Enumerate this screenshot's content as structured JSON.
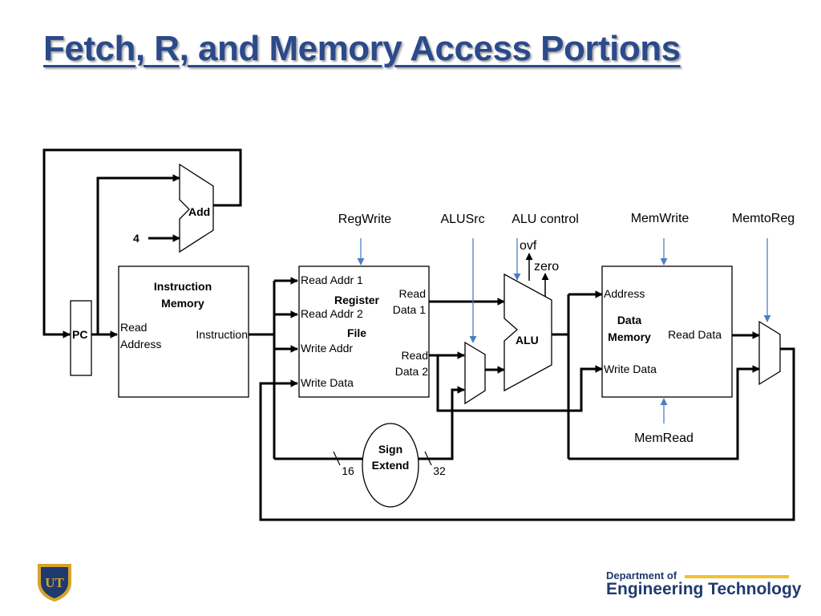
{
  "slide": {
    "title": "Fetch, R, and Memory Access Portions"
  },
  "diagram": {
    "add": {
      "label": "Add",
      "constant": "4"
    },
    "pc": {
      "label": "PC"
    },
    "instruction_memory": {
      "title_line1": "Instruction",
      "title_line2": "Memory",
      "read_address_line1": "Read",
      "read_address_line2": "Address",
      "output": "Instruction"
    },
    "register_file": {
      "read_addr_1": "Read Addr 1",
      "read_addr_2": "Read Addr 2",
      "write_addr": "Write Addr",
      "write_data": "Write Data",
      "title_line1": "Register",
      "title_line2": "File",
      "read_data_1_line1": "Read",
      "read_data_1_line2": "Data 1",
      "read_data_2_line1": "Read",
      "read_data_2_line2": "Data 2"
    },
    "alu": {
      "label": "ALU",
      "ovf": "ovf",
      "zero": "zero"
    },
    "data_memory": {
      "address": "Address",
      "title_line1": "Data",
      "title_line2": "Memory",
      "read_data": "Read Data",
      "write_data": "Write Data"
    },
    "sign_extend": {
      "label_line1": "Sign",
      "label_line2": "Extend",
      "in_bits": "16",
      "out_bits": "32"
    },
    "control_signals": {
      "reg_write": "RegWrite",
      "alu_src": "ALUSrc",
      "alu_control": "ALU control",
      "mem_write": "MemWrite",
      "memto_reg": "MemtoReg",
      "mem_read": "MemRead"
    }
  },
  "footer": {
    "logo_text": "UT",
    "dept_line1": "Department of",
    "dept_line2": "Engineering Technology"
  },
  "colors": {
    "title": "#2b4a8b",
    "control_line": "#4a7fc1",
    "dept_bar": "#f2c12e"
  }
}
